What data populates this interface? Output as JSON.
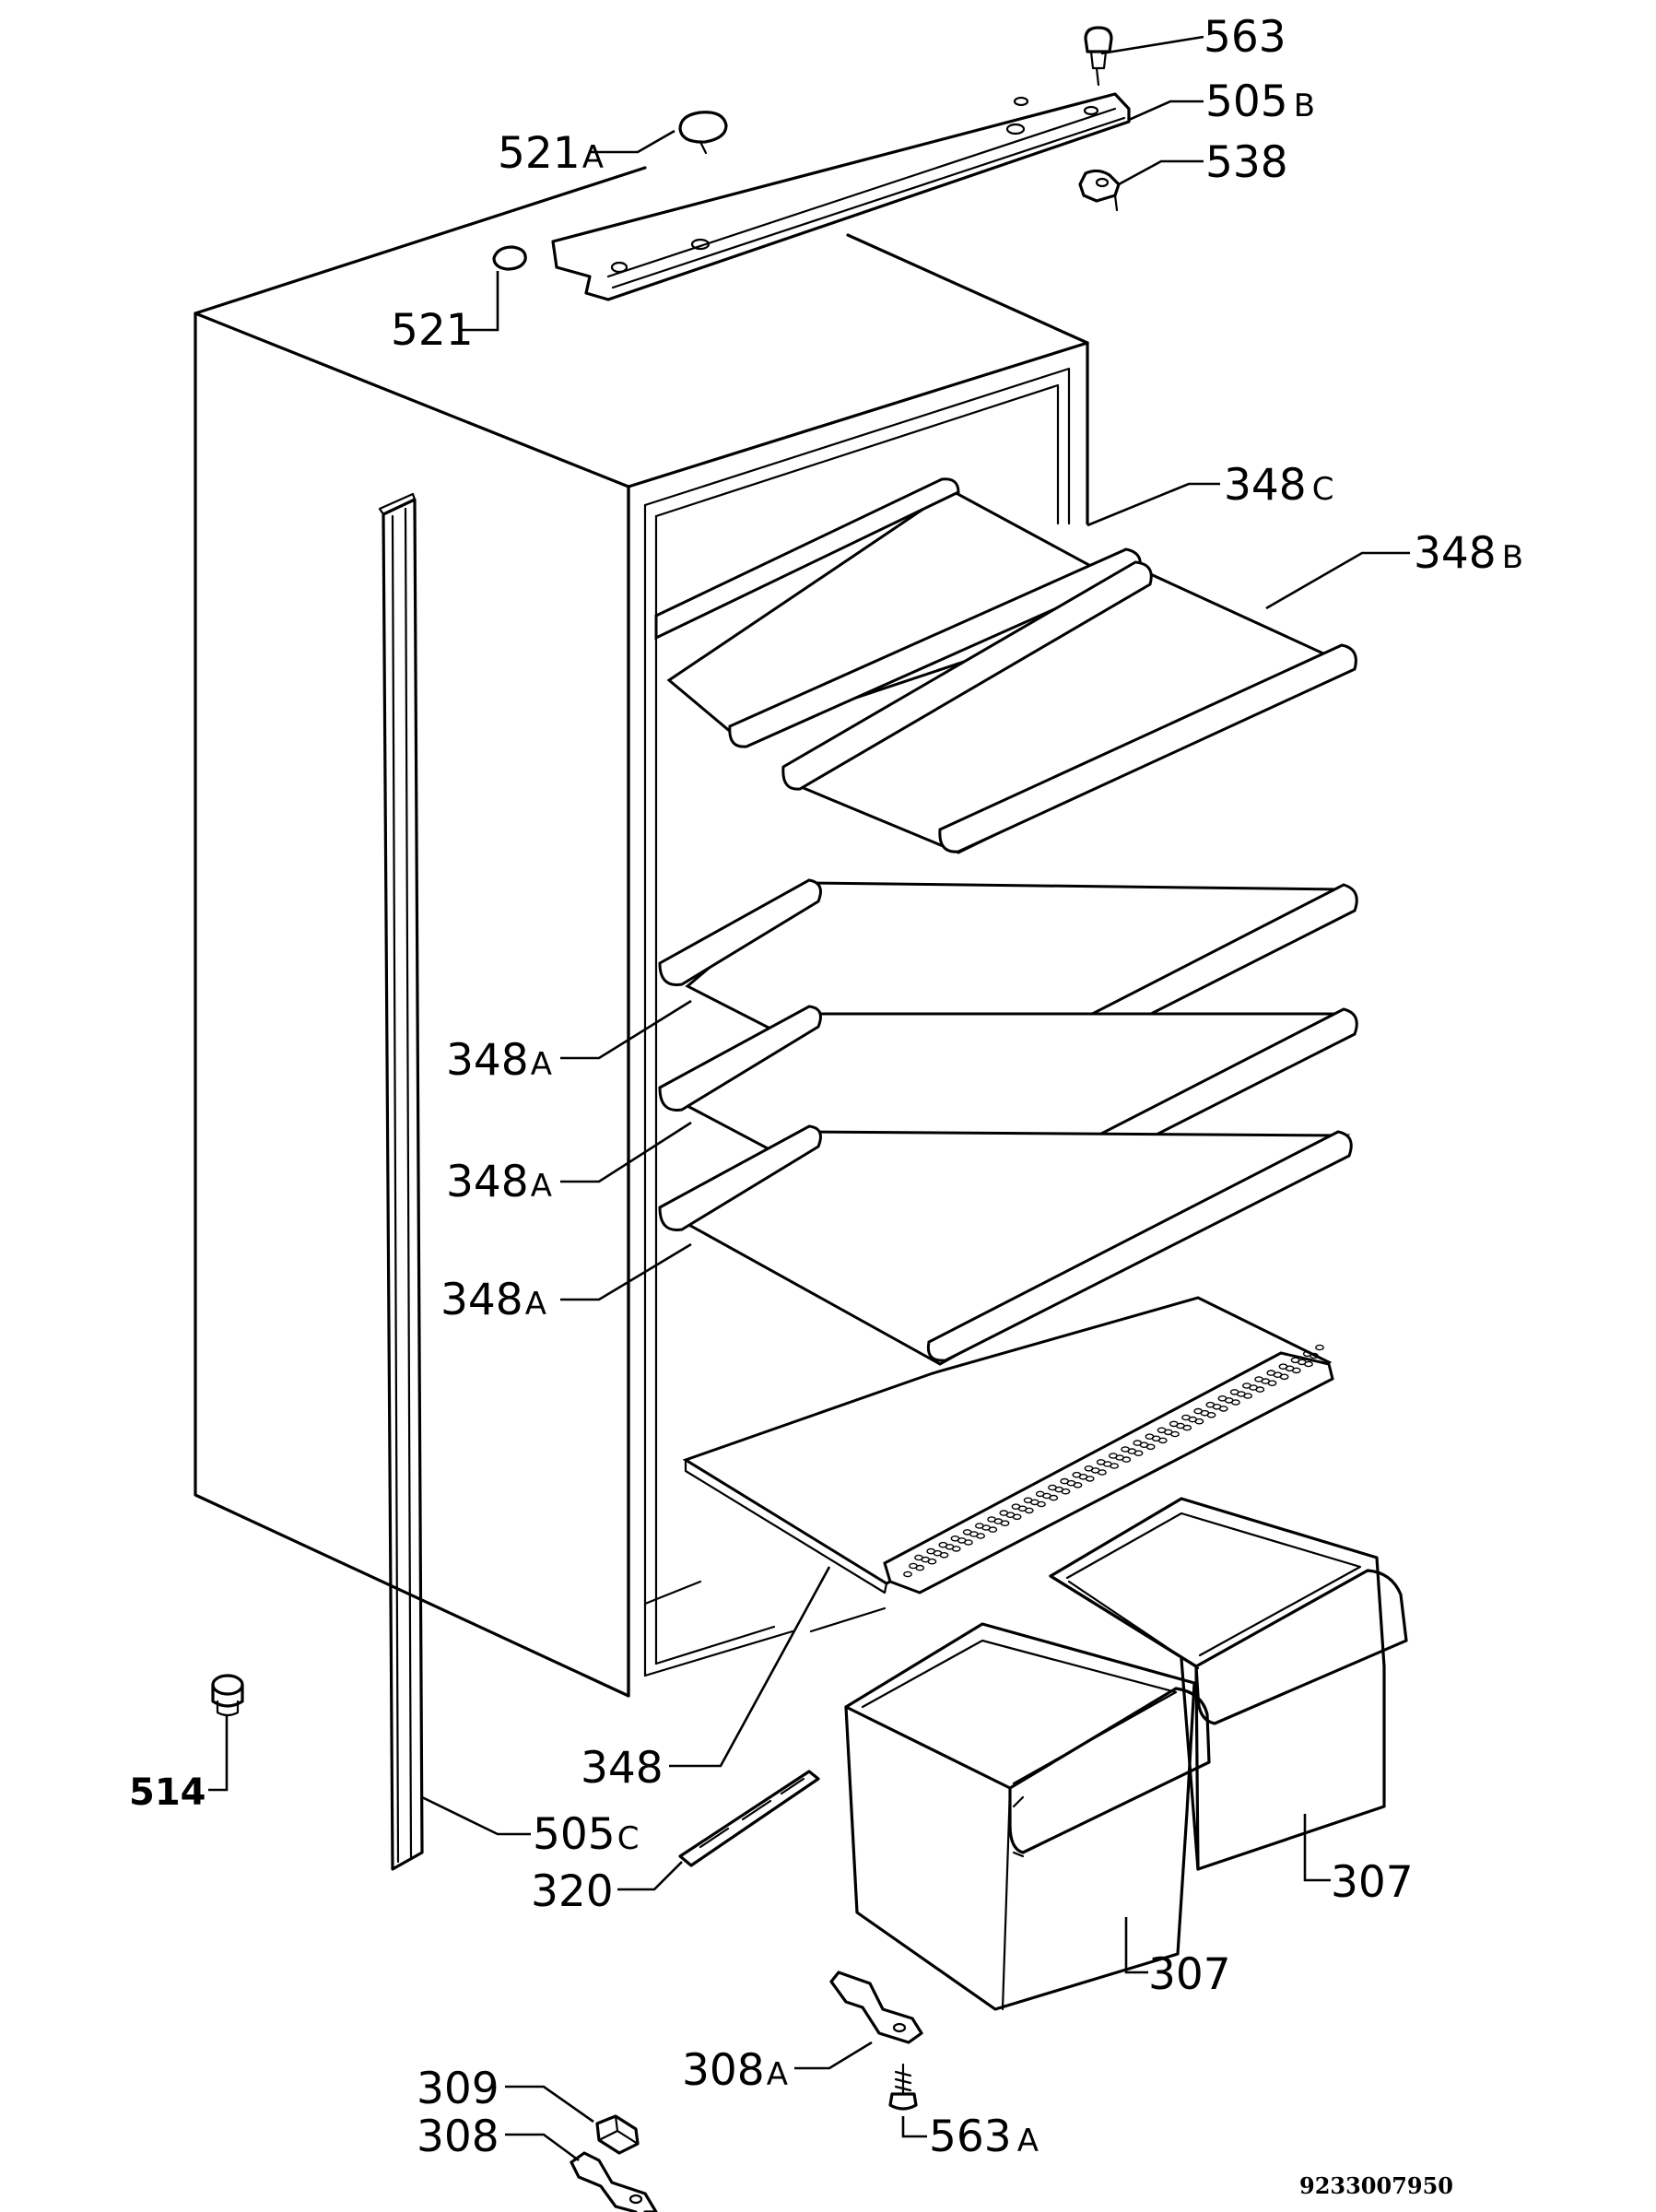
{
  "labels": [
    {
      "id": "563-top",
      "num": "563",
      "sub": ""
    },
    {
      "id": "505b",
      "num": "505",
      "sub": "B"
    },
    {
      "id": "521a",
      "num": "521",
      "sub": "A"
    },
    {
      "id": "538",
      "num": "538",
      "sub": ""
    },
    {
      "id": "521",
      "num": "521",
      "sub": ""
    },
    {
      "id": "348c",
      "num": "348",
      "sub": "C"
    },
    {
      "id": "348b",
      "num": "348",
      "sub": "B"
    },
    {
      "id": "348a-1",
      "num": "348",
      "sub": "A"
    },
    {
      "id": "348a-2",
      "num": "348",
      "sub": "A"
    },
    {
      "id": "348a-3",
      "num": "348",
      "sub": "A"
    },
    {
      "id": "348",
      "num": "348",
      "sub": ""
    },
    {
      "id": "514",
      "num": "514",
      "sub": ""
    },
    {
      "id": "505c",
      "num": "505",
      "sub": "C"
    },
    {
      "id": "320",
      "num": "320",
      "sub": ""
    },
    {
      "id": "307-right",
      "num": "307",
      "sub": ""
    },
    {
      "id": "307-left",
      "num": "307",
      "sub": ""
    },
    {
      "id": "308a",
      "num": "308",
      "sub": "A"
    },
    {
      "id": "563a",
      "num": "563",
      "sub": "A"
    },
    {
      "id": "309",
      "num": "309",
      "sub": ""
    },
    {
      "id": "308",
      "num": "308",
      "sub": ""
    }
  ],
  "reference_number": "9233007950"
}
